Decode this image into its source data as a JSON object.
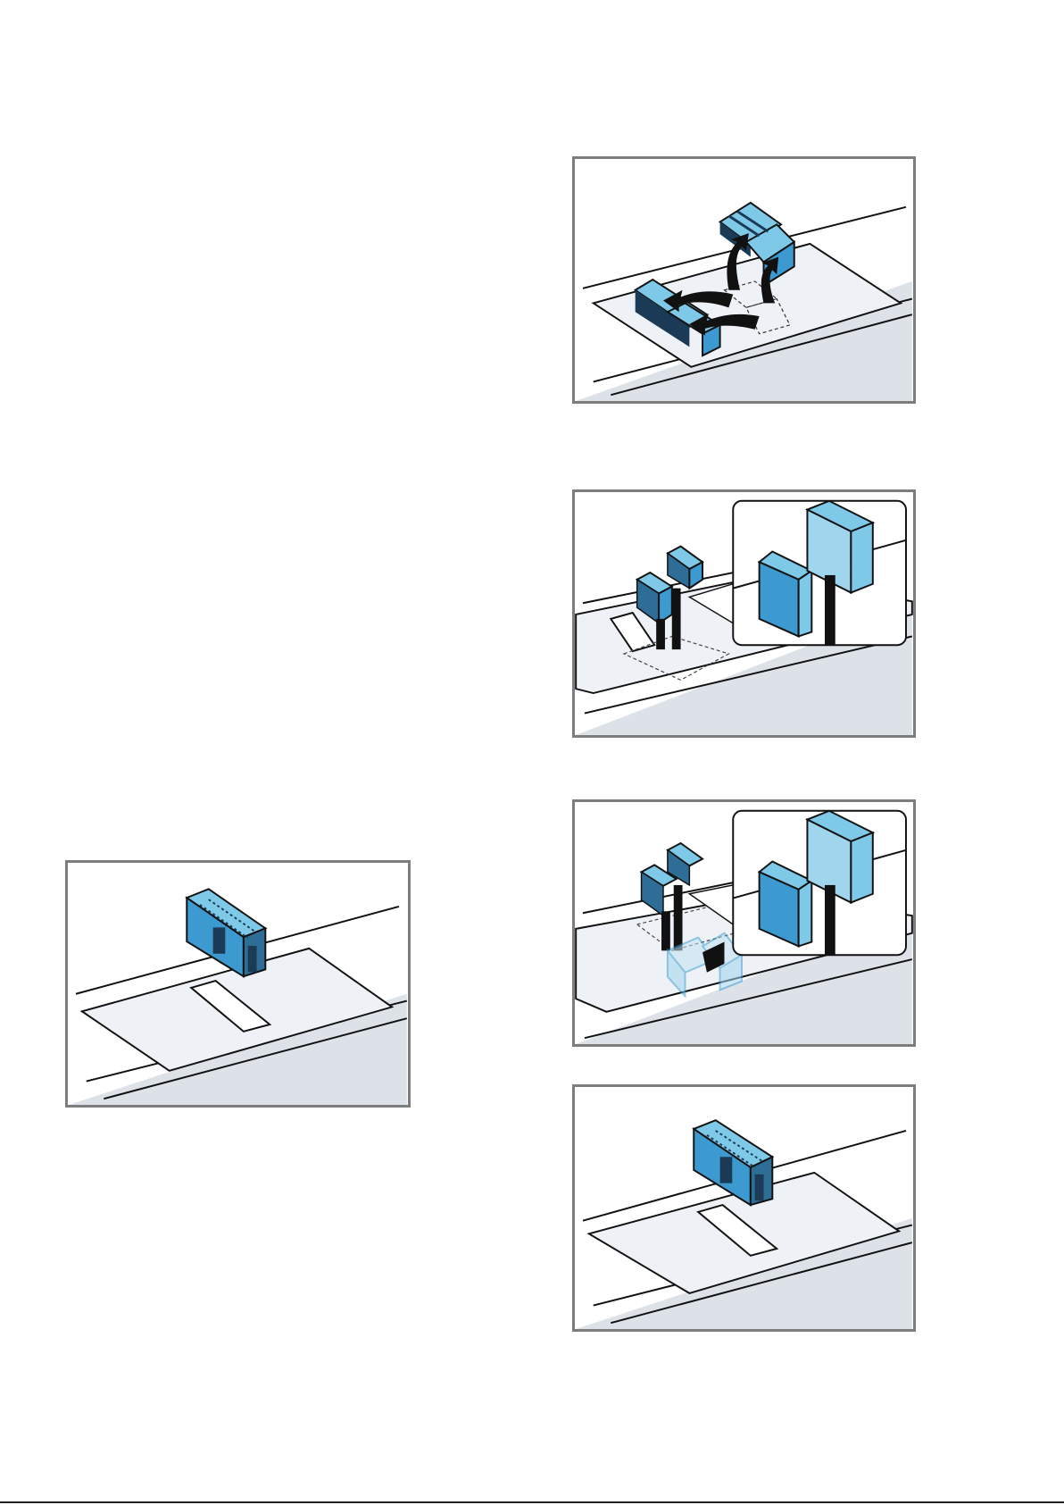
{
  "colors": {
    "filter_blue": "#7ec8e8",
    "filter_dark": "#1b3a55",
    "panel_border": "#7d7d7d",
    "plate": "#eef1f5",
    "shadow": "#dde1e8",
    "ink": "#111111"
  },
  "figures": [
    {
      "id": "filter-swap-arrows"
    },
    {
      "id": "filter-insert-detail"
    },
    {
      "id": "filter-slide-detail"
    },
    {
      "id": "filter-module-right"
    },
    {
      "id": "filter-module-left"
    }
  ]
}
